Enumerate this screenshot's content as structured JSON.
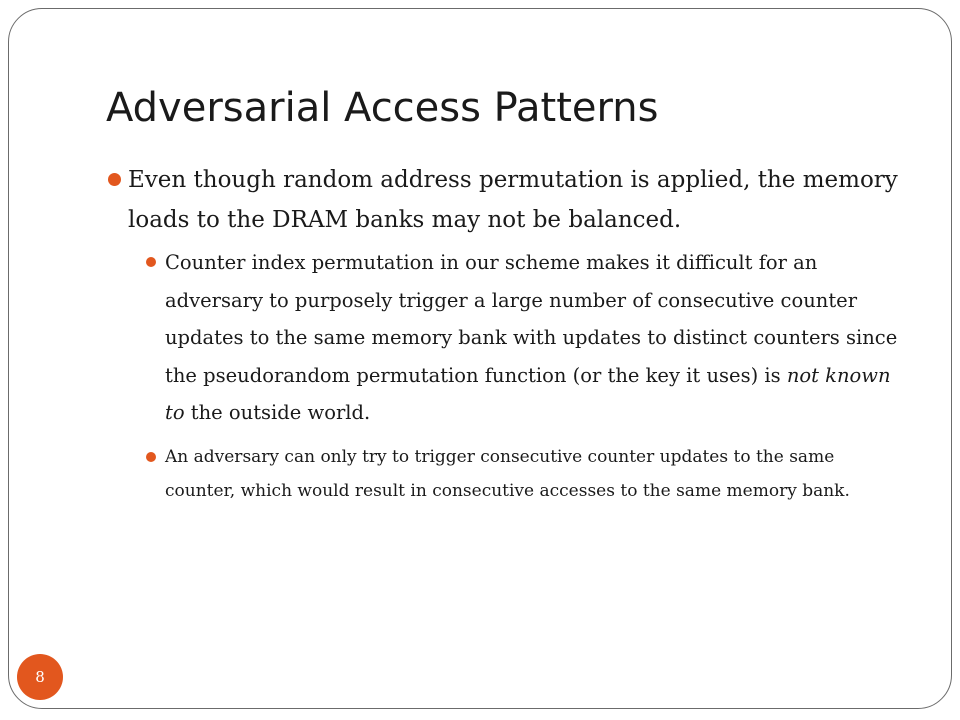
{
  "slide": {
    "title": "Adversarial Access Patterns",
    "accent_color": "#E2571E",
    "page_number": "8",
    "bullets": [
      {
        "text": "Even though random address permutation is applied, the memory loads to the DRAM banks may not be balanced.",
        "sub_bullets": [
          {
            "text_before": "Counter index permutation in our scheme makes it difficult for an adversary to purposely trigger a large number of consecutive counter updates to the same memory bank with updates to distinct counters since the pseudorandom permutation function (or the key it uses) is ",
            "emphasis": "not known to",
            "text_after": " the outside world."
          },
          {
            "text": "An adversary can only try to trigger consecutive counter updates to the same counter, which would result in consecutive accesses to the same memory bank."
          }
        ]
      }
    ]
  }
}
